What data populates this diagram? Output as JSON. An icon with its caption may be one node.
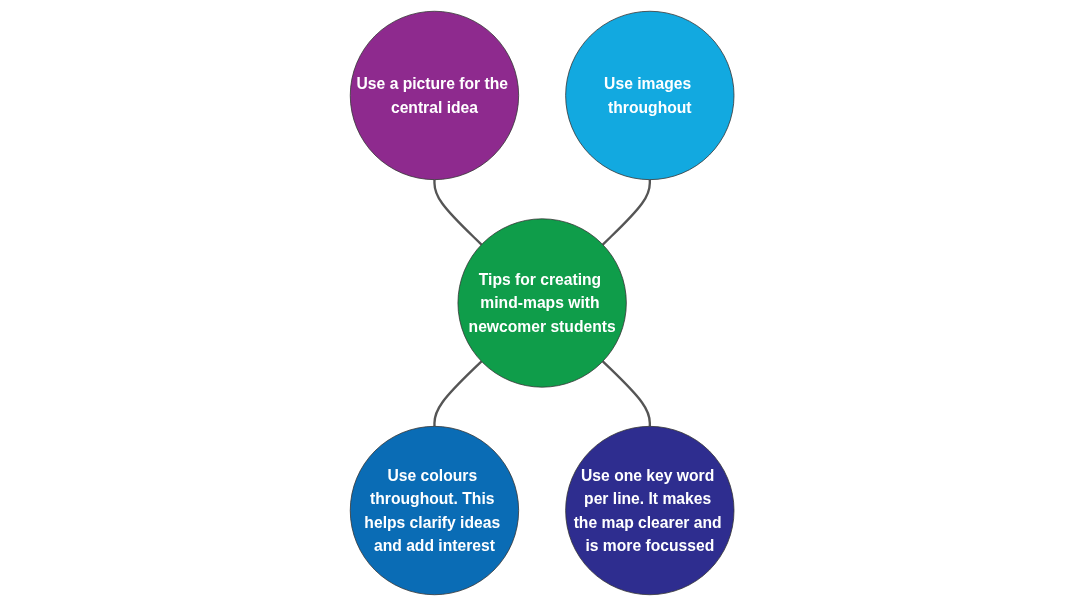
{
  "diagram": {
    "nodes": [
      {
        "text": [
          "Use a picture for the central idea"
        ]
      },
      {
        "text": [
          "Use images throughout"
        ]
      },
      {
        "text": [
          "Tips for creating mind-maps with newcomer students"
        ]
      },
      {
        "text": [
          "Use colours throughout. This helps clarify ideas and add interest"
        ]
      },
      {
        "text": [
          "Use one key word per line. It makes the map clearer and is more focussed"
        ]
      }
    ],
    "edges": [
      {
        "from": 0,
        "to": 2,
        "arrow": "none"
      },
      {
        "from": 1,
        "to": 2,
        "arrow": "none"
      },
      {
        "from": 2,
        "to": 3,
        "arrow": "none"
      },
      {
        "from": 2,
        "to": 4,
        "arrow": "none"
      }
    ]
  }
}
